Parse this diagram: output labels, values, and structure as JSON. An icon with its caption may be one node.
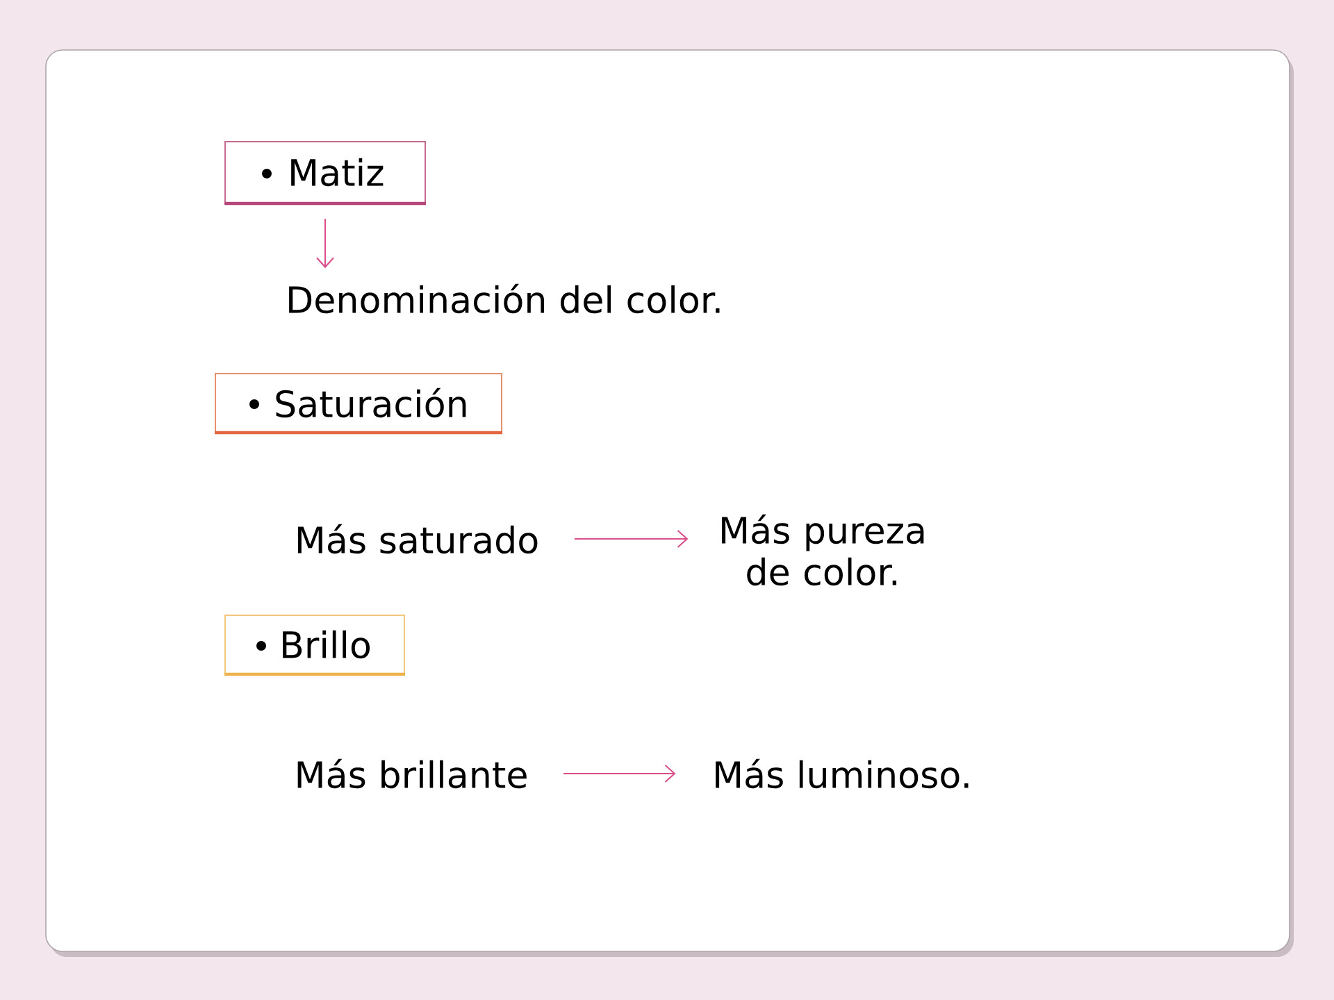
{
  "diagram": {
    "nodes": [
      {
        "text": [
          "Matiz"
        ]
      },
      {
        "text": [
          "Denominación del color."
        ]
      },
      {
        "text": [
          "Saturación"
        ]
      },
      {
        "text": [
          "Más saturado"
        ]
      },
      {
        "text": [
          "Más pureza de color."
        ]
      },
      {
        "text": [
          "Brillo"
        ]
      },
      {
        "text": [
          "Más brillante"
        ]
      },
      {
        "text": [
          "Más luminoso."
        ]
      }
    ],
    "edges": [
      {
        "from": 0,
        "to": 1,
        "arrow": "to"
      },
      {
        "from": 3,
        "to": 4,
        "arrow": "to"
      },
      {
        "from": 6,
        "to": 7,
        "arrow": "to"
      }
    ]
  }
}
